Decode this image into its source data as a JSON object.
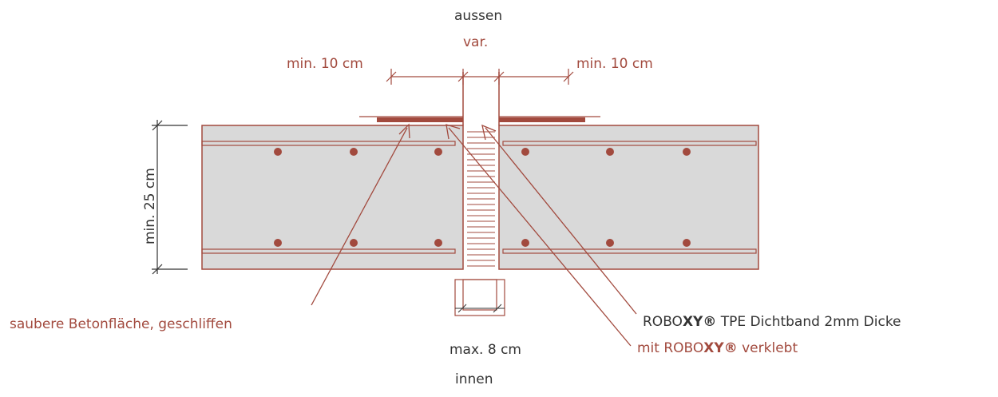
{
  "labels": {
    "outside": "aussen",
    "variable": "var.",
    "min_left": "min. 10 cm",
    "min_right": "min. 10 cm",
    "thickness": "min. 25 cm",
    "clean_surface": "saubere Betonfläche, geschliffen",
    "tape_prefix": "ROBO",
    "tape_brand": "XY®",
    "tape_suffix": " TPE Dichtband 2mm Dicke",
    "glue_prefix": "mit  ROBO",
    "glue_brand": "XY®",
    "glue_suffix": " verklebt",
    "gap_width": "max. 8 cm",
    "inside": "innen"
  },
  "colors": {
    "accent": "#a24a3e",
    "concrete": "#d9d9d9",
    "text": "#333333"
  }
}
